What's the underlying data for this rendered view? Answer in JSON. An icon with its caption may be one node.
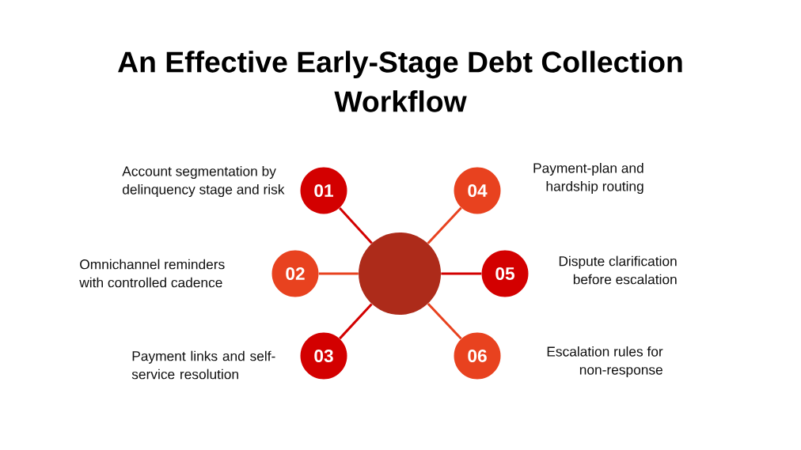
{
  "diagram": {
    "title": "An Effective Early-Stage Debt Collection Workflow",
    "nodes": [
      {
        "text": [
          "01"
        ],
        "beside": [
          "Account segmentation by delinquency stage and risk"
        ]
      },
      {
        "text": [
          "02"
        ],
        "beside": [
          "Omnichannel reminders with controlled cadence"
        ]
      },
      {
        "text": [
          "03"
        ],
        "beside": [
          "Payment links and self-service resolution"
        ]
      },
      {
        "text": [
          "04"
        ],
        "beside": [
          "Payment-plan and hardship routing"
        ]
      },
      {
        "text": [
          "05"
        ],
        "beside": [
          "Dispute clarification before escalation"
        ]
      },
      {
        "text": [
          "06"
        ],
        "beside": [
          "Escalation rules for non-response"
        ]
      },
      {
        "text": [],
        "shape": "circle"
      }
    ],
    "edges": [
      {
        "from": 6,
        "to": 0,
        "arrow": "none"
      },
      {
        "from": 6,
        "to": 1,
        "arrow": "none",
        "color": "#e8421f"
      },
      {
        "from": 6,
        "to": 2,
        "arrow": "none"
      },
      {
        "from": 6,
        "to": 3,
        "arrow": "none",
        "color": "#e8421f"
      },
      {
        "from": 6,
        "to": 4,
        "arrow": "none"
      },
      {
        "from": 6,
        "to": 5,
        "arrow": "none",
        "color": "#e8421f"
      }
    ]
  }
}
